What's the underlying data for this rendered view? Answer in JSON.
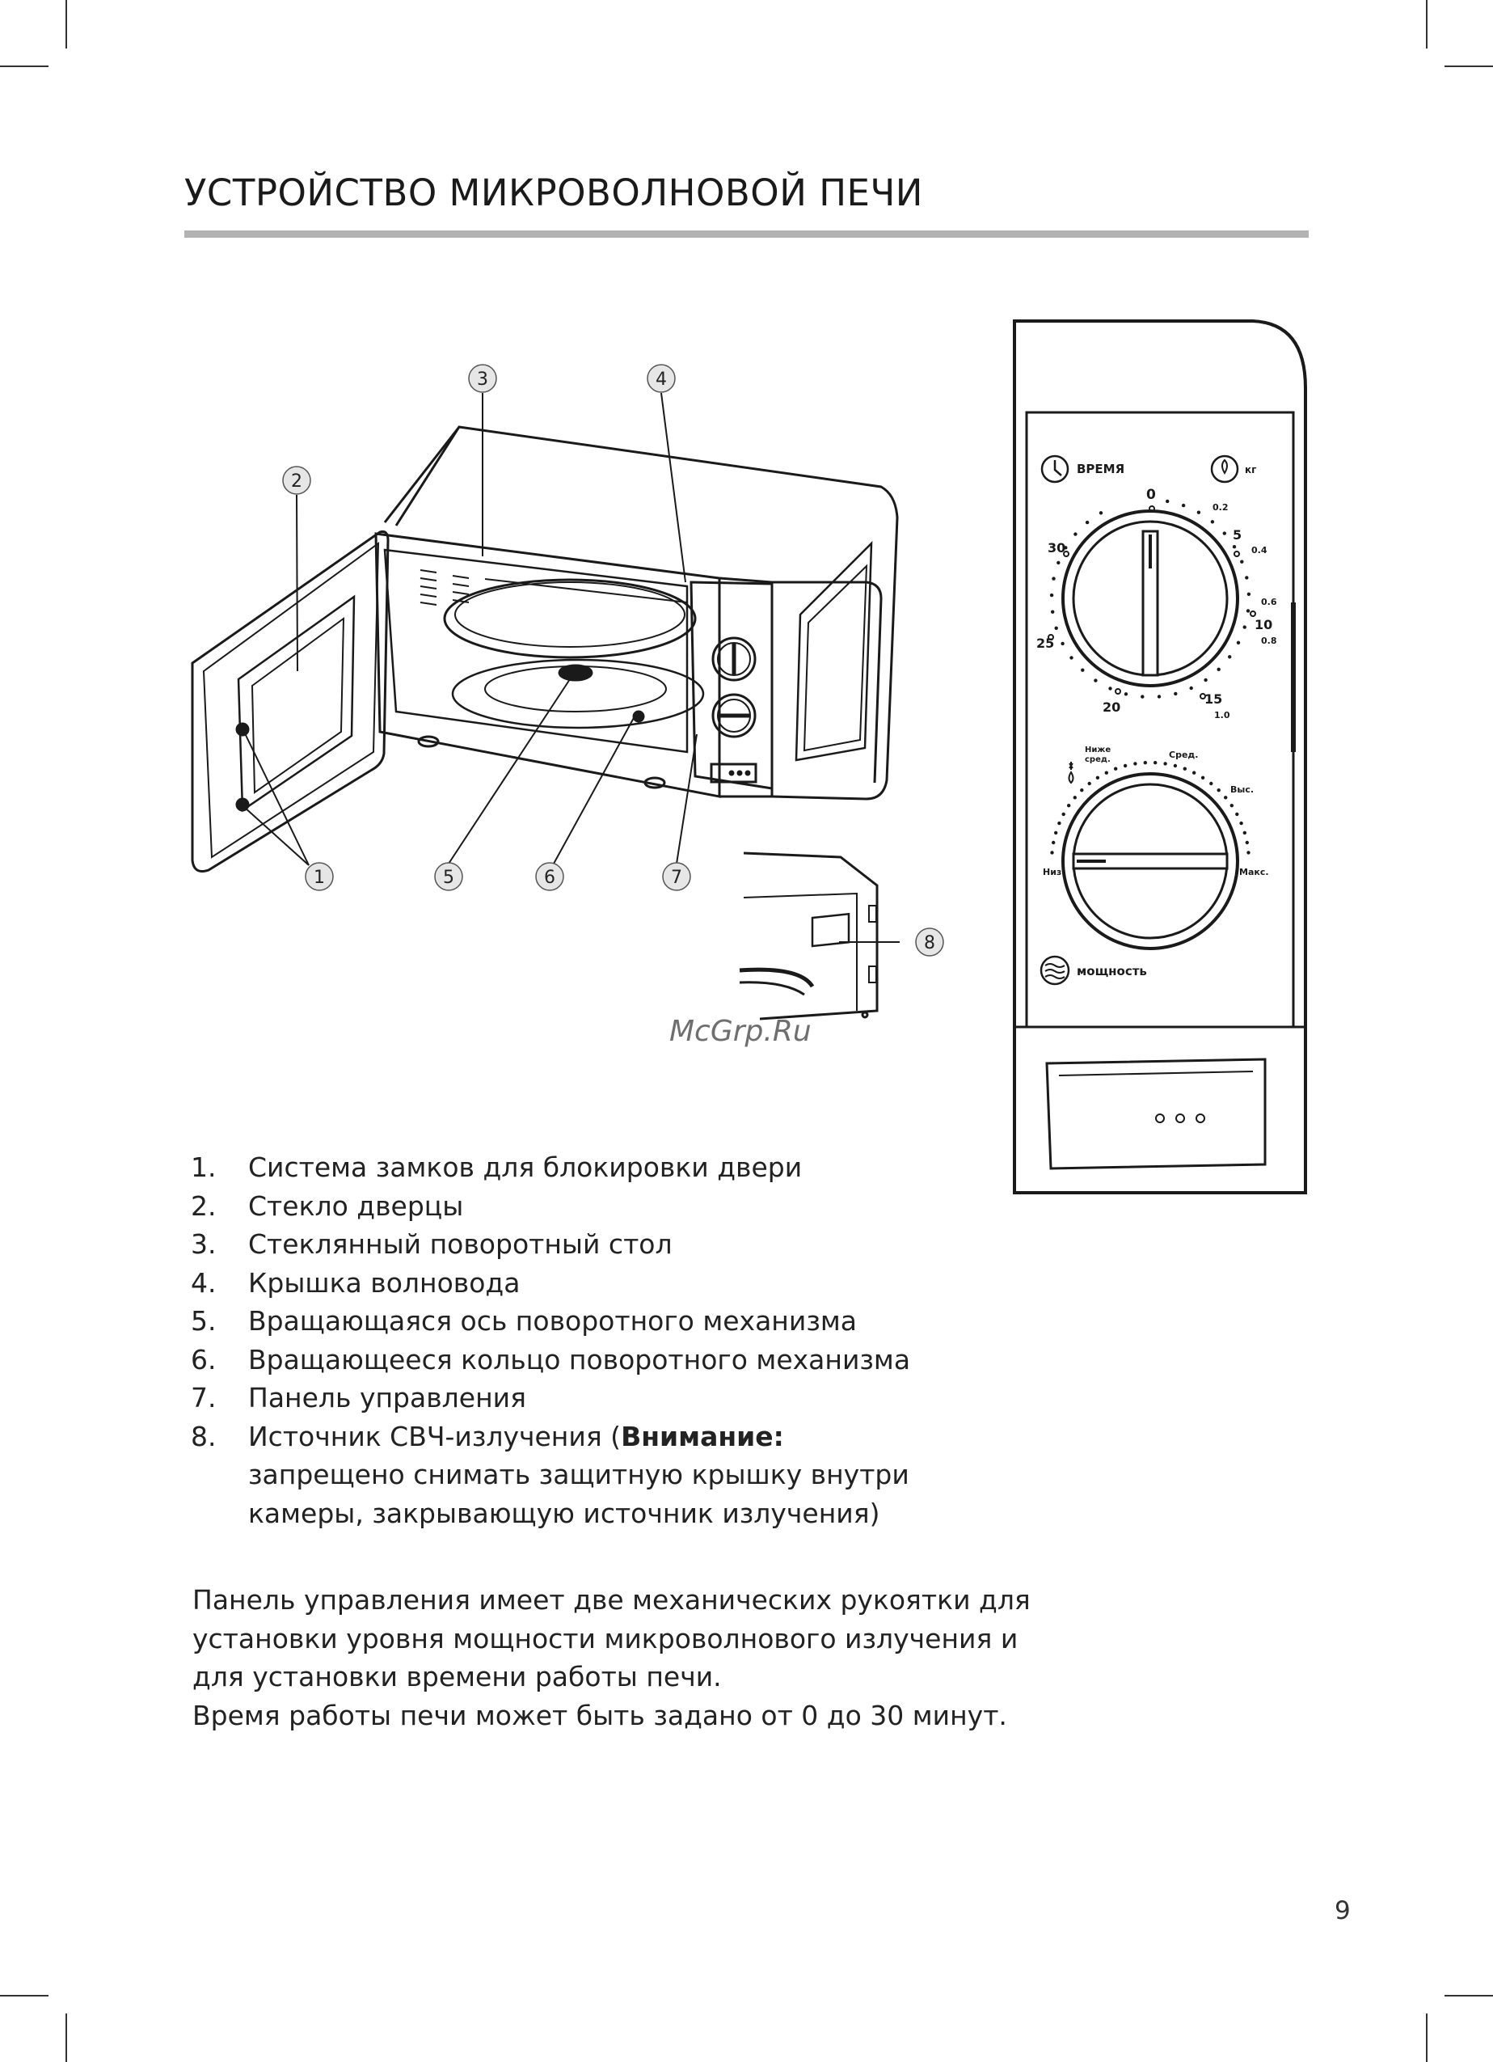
{
  "page": {
    "title": "УСТРОЙСТВО МИКРОВОЛНОВОЙ ПЕЧИ",
    "page_number": "9",
    "watermark": "McGrp.Ru"
  },
  "diagram": {
    "callouts": [
      "1",
      "2",
      "3",
      "4",
      "5",
      "6",
      "7",
      "8"
    ]
  },
  "control_panel": {
    "time_label": "ВРЕМЯ",
    "weight_label": "кг",
    "time_scale": [
      "0",
      "5",
      "10",
      "15",
      "20",
      "25",
      "30"
    ],
    "weight_scale": [
      "0.2",
      "0.4",
      "0.6",
      "0.8",
      "1.0"
    ],
    "power_levels": [
      "Низ.",
      "Ниже сред.",
      "Сред.",
      "Выс.",
      "Макс."
    ],
    "power_level_lower_mid": [
      "Ниже",
      "сред."
    ],
    "power_label": "мощность"
  },
  "parts": [
    {
      "num": "1.",
      "text": "Система замков для блокировки двери"
    },
    {
      "num": "2.",
      "text": "Стекло дверцы"
    },
    {
      "num": "3.",
      "text": "Стеклянный поворотный стол"
    },
    {
      "num": "4.",
      "text": "Крышка волновода"
    },
    {
      "num": "5.",
      "text": "Вращающаяся ось поворотного механизма"
    },
    {
      "num": "6.",
      "text": "Вращающееся кольцо поворотного механизма"
    },
    {
      "num": "7.",
      "text": "Панель управления"
    },
    {
      "num": "8.",
      "text_before": "Источник СВЧ-излучения (",
      "warning": "Внимание:",
      "text_after": " запрещено снимать защитную крышку внутри камеры, закрывающую источник излучения)"
    }
  ],
  "description": [
    "Панель управления имеет две механических рукоятки для установки уровня мощности микроволнового излучения и для установки времени работы печи.",
    "Время работы печи может быть задано от 0 до 30 минут."
  ]
}
